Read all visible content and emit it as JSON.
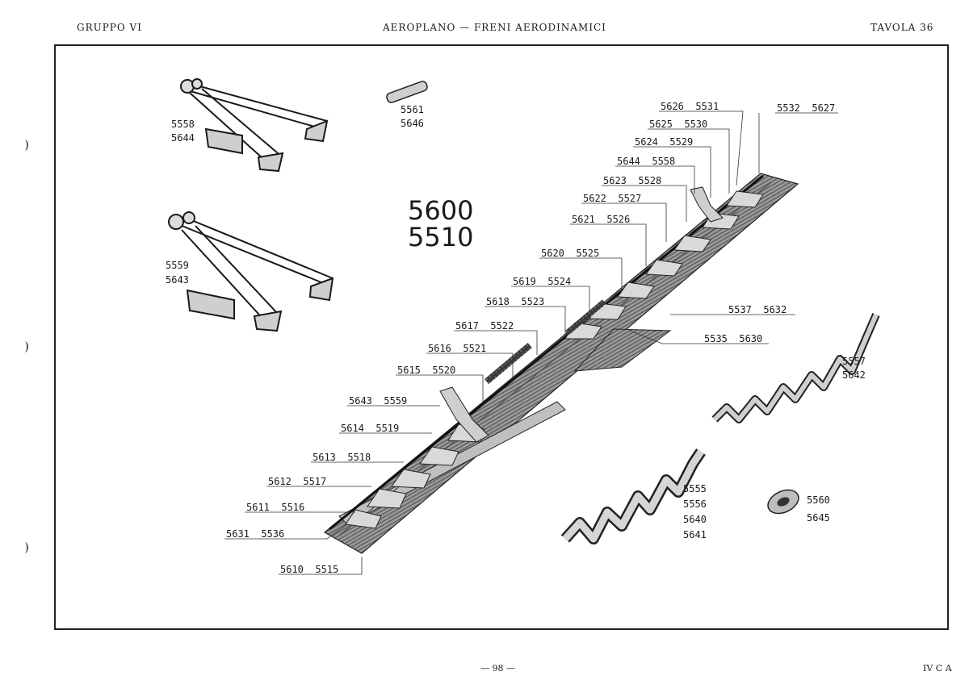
{
  "header": {
    "left": "GRUPPO VI",
    "center": "AEROPLANO — FRENI AERODINAMICI",
    "right": "TAVOLA 36"
  },
  "footer": {
    "page": "— 98 —",
    "right": "IV C A"
  },
  "title_numbers": [
    "5600",
    "5510"
  ],
  "callouts": [
    {
      "id": "c5626",
      "text": "5626  5531"
    },
    {
      "id": "c5532",
      "text": "5532  5627"
    },
    {
      "id": "c5625",
      "text": "5625  5530"
    },
    {
      "id": "c5624",
      "text": "5624  5529"
    },
    {
      "id": "c5644",
      "text": "5644  5558"
    },
    {
      "id": "c5623",
      "text": "5623  5528"
    },
    {
      "id": "c5622",
      "text": "5622  5527"
    },
    {
      "id": "c5621",
      "text": "5621  5526"
    },
    {
      "id": "c5620",
      "text": "5620  5525"
    },
    {
      "id": "c5619",
      "text": "5619  5524"
    },
    {
      "id": "c5618",
      "text": "5618  5523"
    },
    {
      "id": "c5617",
      "text": "5617  5522"
    },
    {
      "id": "c5616",
      "text": "5616  5521"
    },
    {
      "id": "c5615",
      "text": "5615  5520"
    },
    {
      "id": "c5643",
      "text": "5643  5559"
    },
    {
      "id": "c5614",
      "text": "5614  5519"
    },
    {
      "id": "c5613",
      "text": "5613  5518"
    },
    {
      "id": "c5612",
      "text": "5612  5517"
    },
    {
      "id": "c5611",
      "text": "5611  5516"
    },
    {
      "id": "c5631",
      "text": "5631  5536"
    },
    {
      "id": "c5610",
      "text": "5610  5515"
    },
    {
      "id": "c5537",
      "text": "5537  5632"
    },
    {
      "id": "c5535",
      "text": "5535  5630"
    }
  ],
  "part_labels": {
    "p5558": [
      "5558",
      "5644"
    ],
    "p5561": [
      "5561",
      "5646"
    ],
    "p5559": [
      "5559",
      "5643"
    ],
    "p5557": [
      "5557",
      "5642"
    ],
    "p5555": [
      "5555",
      "5556",
      "5640",
      "5641"
    ],
    "p5560": [
      "5560",
      "5645"
    ]
  }
}
